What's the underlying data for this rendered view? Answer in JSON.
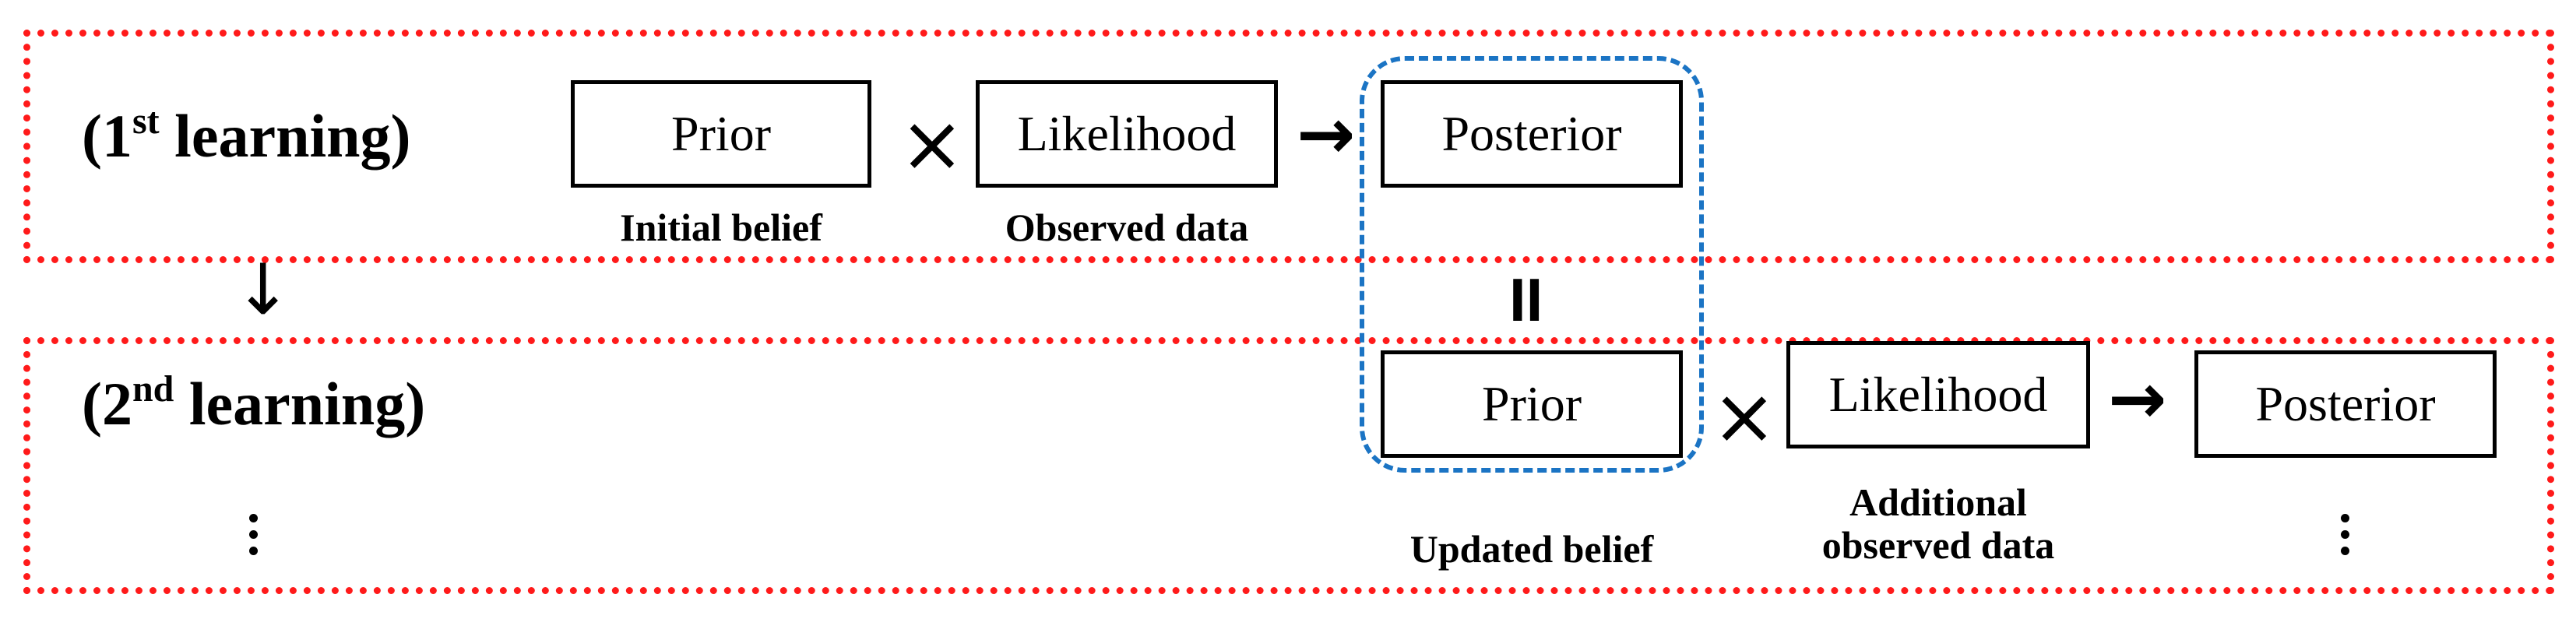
{
  "row1": {
    "title_prefix": "(1",
    "title_sup": "st",
    "title_suffix": " learning)",
    "prior": "Prior",
    "prior_caption": "Initial belief",
    "times": "×",
    "likelihood": "Likelihood",
    "likelihood_caption": "Observed data",
    "arrow": "→",
    "posterior": "Posterior"
  },
  "row2": {
    "title_prefix": "(2",
    "title_sup": "nd",
    "title_suffix": " learning)",
    "prior": "Prior",
    "prior_caption": "Updated belief",
    "times": "×",
    "likelihood": "Likelihood",
    "likelihood_caption_line1": "Additional",
    "likelihood_caption_line2": "observed data",
    "arrow": "→",
    "posterior": "Posterior"
  },
  "connectors": {
    "down_arrow": "↓",
    "equals": "II"
  },
  "colors": {
    "row_frame": "#ff1a1a",
    "highlight": "#1b74c4"
  }
}
